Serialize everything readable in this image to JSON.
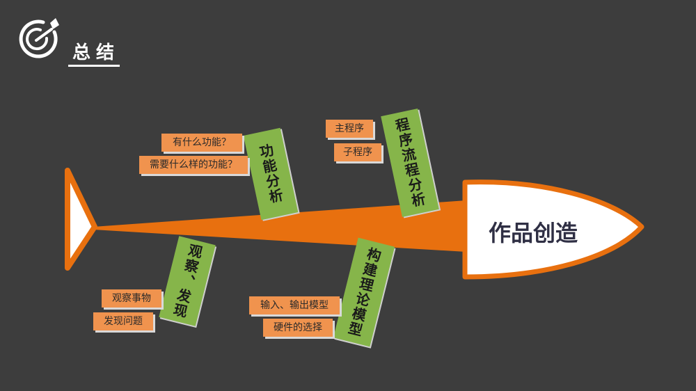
{
  "header": {
    "title": "总结",
    "icon": "target-arrow-icon"
  },
  "fish": {
    "head": "作品创造",
    "colors": {
      "spine": "#e8700f",
      "label": "#f0934e",
      "bone": "#86b54a",
      "background": "#3d3d3d"
    }
  },
  "branches": {
    "function": {
      "title": "功能分析",
      "items": [
        "有什么功能？",
        "需要什么样的功能？"
      ]
    },
    "program": {
      "title": "程序流程分析",
      "items": [
        "主程序",
        "子程序"
      ]
    },
    "observe": {
      "title": "观察、发现",
      "items": [
        "观察事物",
        "发现问题"
      ]
    },
    "model": {
      "title": "构建理论模型",
      "items": [
        "输入、输出模型",
        "硬件的选择"
      ]
    }
  }
}
